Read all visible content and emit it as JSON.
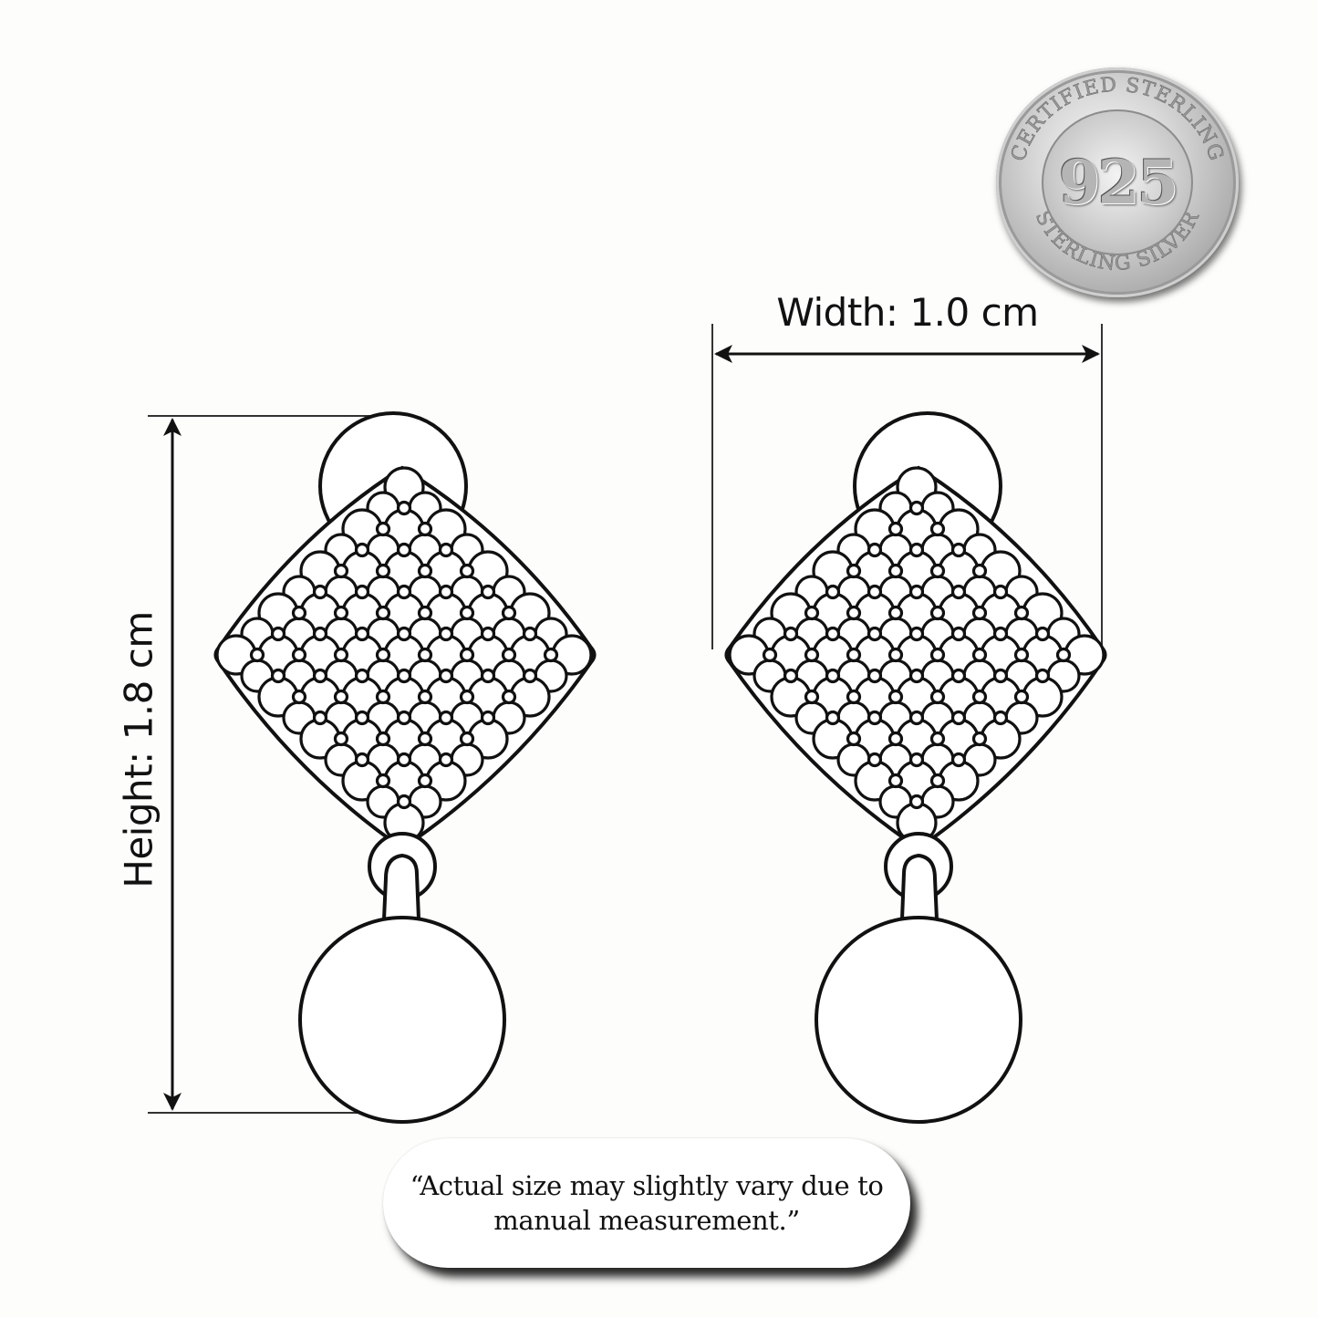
{
  "dimensions": {
    "width_label": "Width: 1.0 cm",
    "height_label": "Height: 1.8 cm"
  },
  "badge": {
    "value": "925",
    "top_text": "CERTIFIED STERLING",
    "bottom_text": "STERLING SILVER",
    "icon": "sterling-silver-coin-icon"
  },
  "note": {
    "text": "“Actual size may slightly vary due to manual measurement.”"
  },
  "illustration": {
    "items": [
      {
        "name": "left-earring",
        "icon": "pave-diamond-pearl-drop-earring"
      },
      {
        "name": "right-earring",
        "icon": "pave-diamond-pearl-drop-earring"
      }
    ],
    "colors": {
      "background": "#fdfdfb",
      "line": "#111111",
      "coin_silver": "#c9c9c9"
    }
  }
}
